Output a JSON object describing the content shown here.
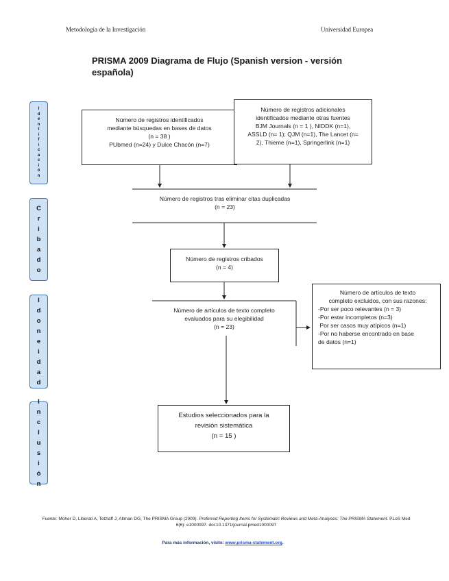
{
  "header": {
    "left": "Metodología de la Investigación",
    "right": "Universidad Europea"
  },
  "title": "PRISMA 2009 Diagrama de Flujo (Spanish version - versión española)",
  "stages": {
    "identificacion": [
      "I",
      "d",
      "e",
      "n",
      "t",
      "i",
      "f",
      "i",
      "c",
      "a",
      "c",
      "i",
      "ó",
      "n"
    ],
    "cribado": [
      "C",
      "r",
      "i",
      "b",
      "a",
      "d",
      "o"
    ],
    "idoneidad": [
      "I",
      "d",
      "o",
      "n",
      "e",
      "i",
      "d",
      "a",
      "d"
    ],
    "inclusion": [
      "I",
      "n",
      "c",
      "l",
      "u",
      "s",
      "i",
      "ó",
      "n"
    ]
  },
  "boxes": {
    "db_search": {
      "lines": [
        "Número de registros identificados",
        "mediante búsquedas en bases de datos",
        "(n = 38 )",
        "PUbmed (n=24) y Dulce Chacón (n=7)"
      ]
    },
    "other_sources": {
      "lines": [
        "Número de registros adicionales",
        "identificados mediante otras fuentes",
        "BJM Journals (n = 1 ), NIDDK (n=1),",
        "ASSLD (n= 1); QJM (n=1), The Lancet (n=",
        "2), Thieme (n=1), Springerlink (n=1)"
      ]
    },
    "dedup": {
      "lines": [
        "Número de registros tras eliminar citas duplicadas",
        "(n = 23)"
      ]
    },
    "screened": {
      "lines": [
        "Número de registros cribados",
        "(n = 4)"
      ]
    },
    "eligibility": {
      "lines": [
        "Número de artículos de texto completo",
        "evaluados para su elegibilidad",
        "(n = 23)"
      ]
    },
    "excluded": {
      "lines": [
        "Número de artículos de texto",
        "completo excluidos, con sus razones:",
        "-Por ser poco relevantes (n = 3)",
        "-Por estar incompletos (n=3)",
        " Por ser casos muy atípicos (n=1)",
        "-Por no haberse encontrado en base",
        "de datos (n=1)"
      ]
    },
    "included": {
      "lines": [
        "Estudios seleccionados para la",
        "revisión sistemática",
        "(n = 15 )"
      ]
    }
  },
  "footer": {
    "source_label": "Fuente:",
    "source_authors": "Moher D, Liberati A, Tetzlaff J, Altman DG, The PRISMA Group (2009).",
    "source_title": "Preferred Reporting Items for Systematic Reviews and Meta-Analyses: The PRISMA Statement.",
    "source_journal": "PLoS Med 6(6): e1000097. doi:10.1371/journal.pmed1000097",
    "more_info_label": "Para más información, visite:",
    "more_info_link": "www.prisma-statement.org",
    "more_info_end": "."
  }
}
